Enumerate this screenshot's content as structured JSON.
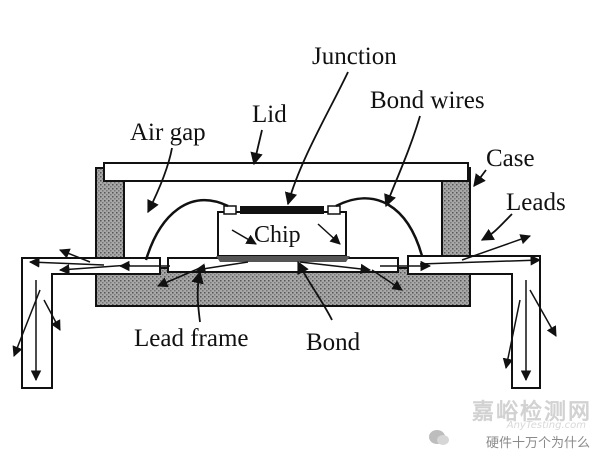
{
  "labels": {
    "junction": "Junction",
    "lid": "Lid",
    "bond_wires": "Bond wires",
    "air_gap": "Air gap",
    "case": "Case",
    "leads": "Leads",
    "chip": "Chip",
    "lead_frame": "Lead frame",
    "bond": "Bond"
  },
  "watermark": {
    "title": "嘉峪检测网",
    "site": "AnyTesting.com",
    "account": "硬件十万个为什么"
  },
  "colors": {
    "ink": "#111111",
    "hatch_fill": "#9a9a9a",
    "white": "#ffffff"
  }
}
